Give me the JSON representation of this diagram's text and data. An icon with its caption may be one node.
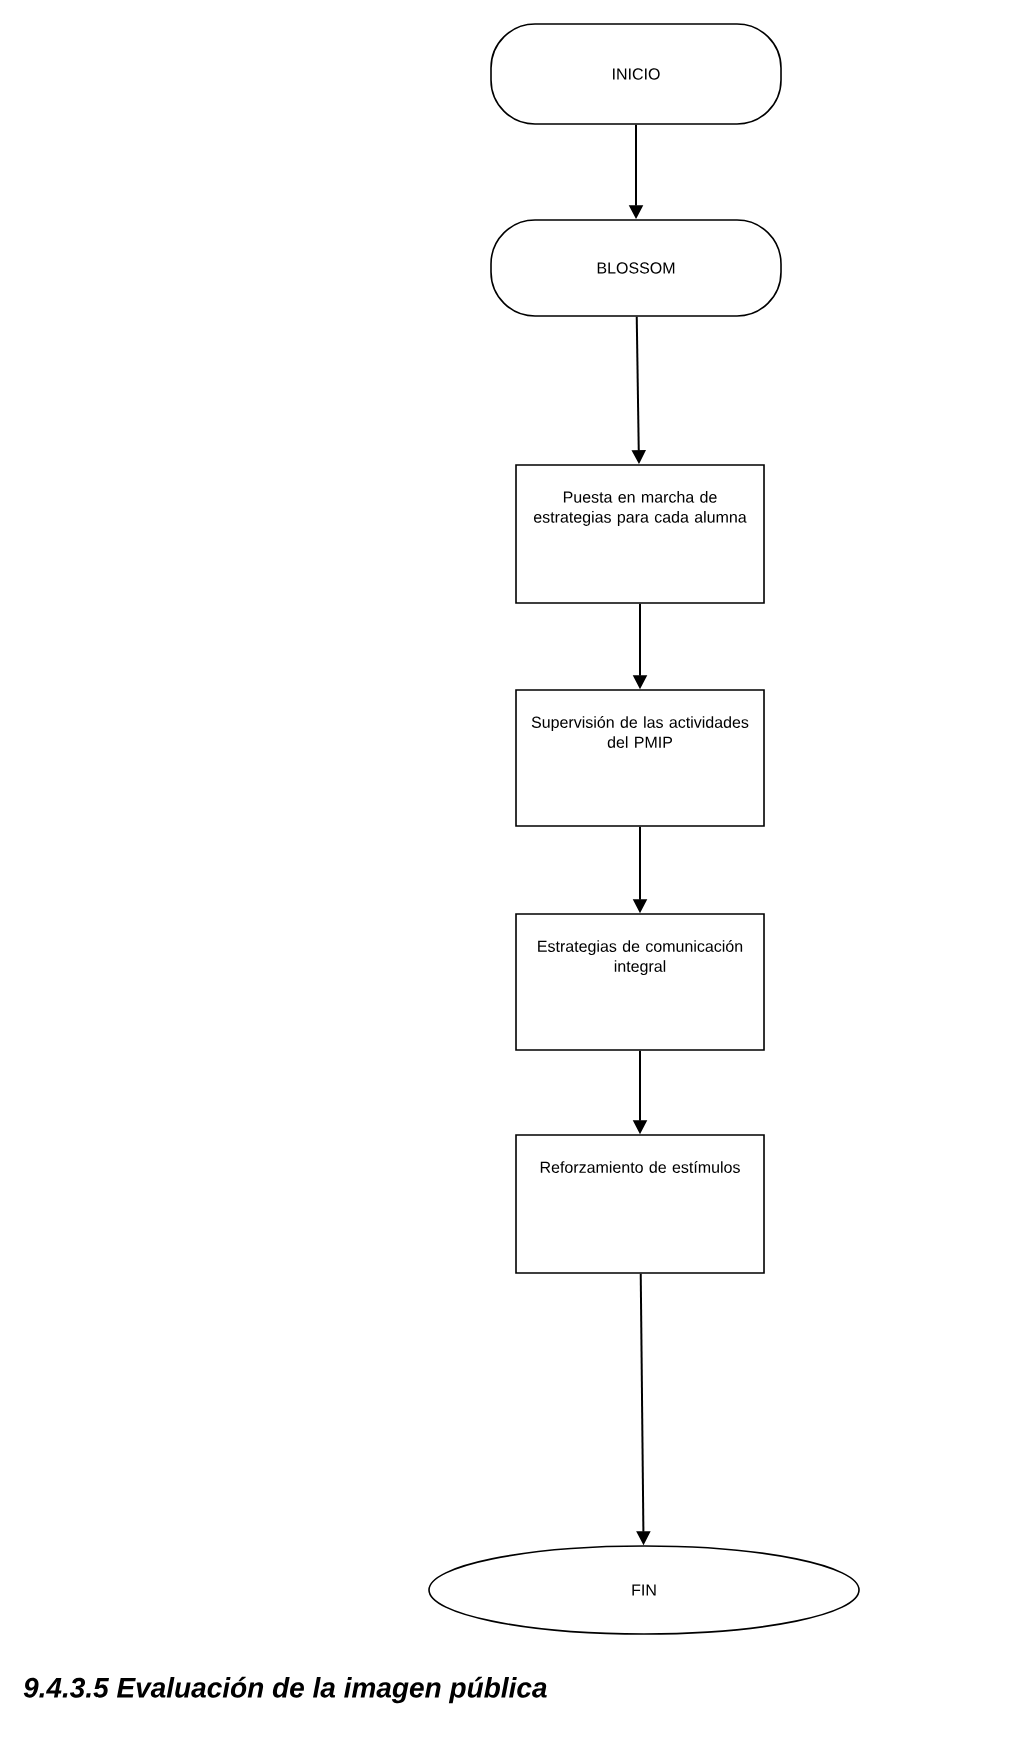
{
  "diagram": {
    "title": "9.4.3.5 Evaluación de la imagen pública",
    "nodes": [
      {
        "text": [
          "INICIO"
        ]
      },
      {
        "text": [
          "BLOSSOM"
        ]
      },
      {
        "text": [
          "Puesta en marcha de estrategias para cada alumna"
        ]
      },
      {
        "text": [
          "Supervisión de las actividades del PMIP"
        ]
      },
      {
        "text": [
          "Estrategias de comunicación integral"
        ]
      },
      {
        "text": [
          "Reforzamiento de estímulos"
        ]
      },
      {
        "text": [
          "FIN"
        ]
      }
    ],
    "edges": [
      {
        "from": 0,
        "to": 1,
        "arrow": "to"
      },
      {
        "from": 1,
        "to": 2,
        "arrow": "to"
      },
      {
        "from": 2,
        "to": 3,
        "arrow": "to"
      },
      {
        "from": 3,
        "to": 4,
        "arrow": "to"
      },
      {
        "from": 4,
        "to": 5,
        "arrow": "to"
      },
      {
        "from": 5,
        "to": 6,
        "arrow": "to"
      }
    ]
  }
}
